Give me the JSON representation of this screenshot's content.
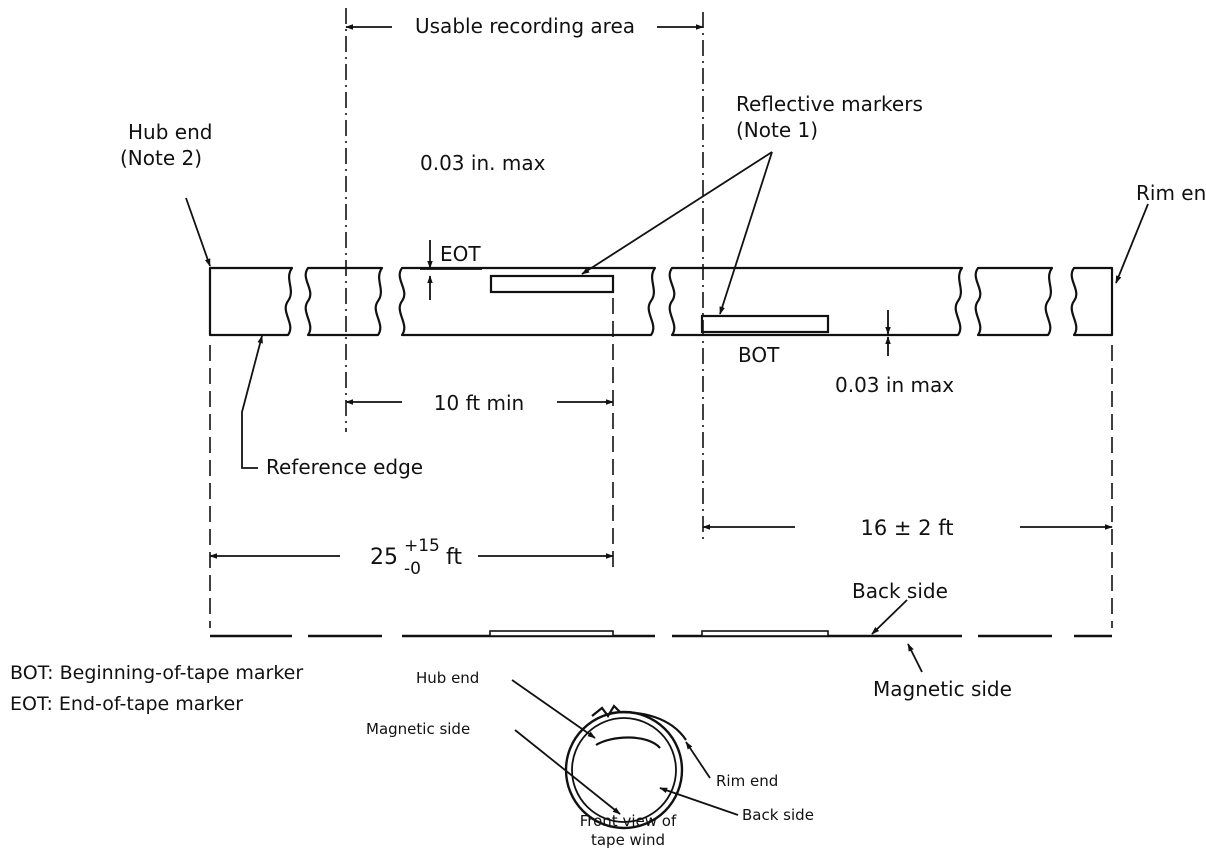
{
  "title": "",
  "labels": {
    "usable_area": "Usable recording area",
    "reflective_markers": "Reflective markers",
    "reflective_markers_note": "(Note 1)",
    "hub_end": "Hub end",
    "hub_end_note": "(Note 2)",
    "rim_end": "Rim end",
    "eot": "EOT",
    "bot": "BOT",
    "eot_clearance": "0.03 in. max",
    "bot_clearance": "0.03 in max",
    "ten_ft_min": "10 ft min",
    "reference_edge": "Reference edge",
    "twentyfive_main": "25",
    "twentyfive_plus": "+15",
    "twentyfive_minus": "-0",
    "twentyfive_unit": "ft",
    "sixteen": "16 ± 2 ft",
    "back_side": "Back side",
    "magnetic_side": "Magnetic side"
  },
  "legend": {
    "bot_def": "BOT: Beginning-of-tape marker",
    "eot_def": "EOT: End-of-tape marker"
  },
  "wind": {
    "hub_end": "Hub end",
    "rim_end": "Rim end",
    "magnetic_side": "Magnetic side",
    "back_side": "Back side",
    "caption_line1": "Front view of",
    "caption_line2": "tape wind"
  }
}
